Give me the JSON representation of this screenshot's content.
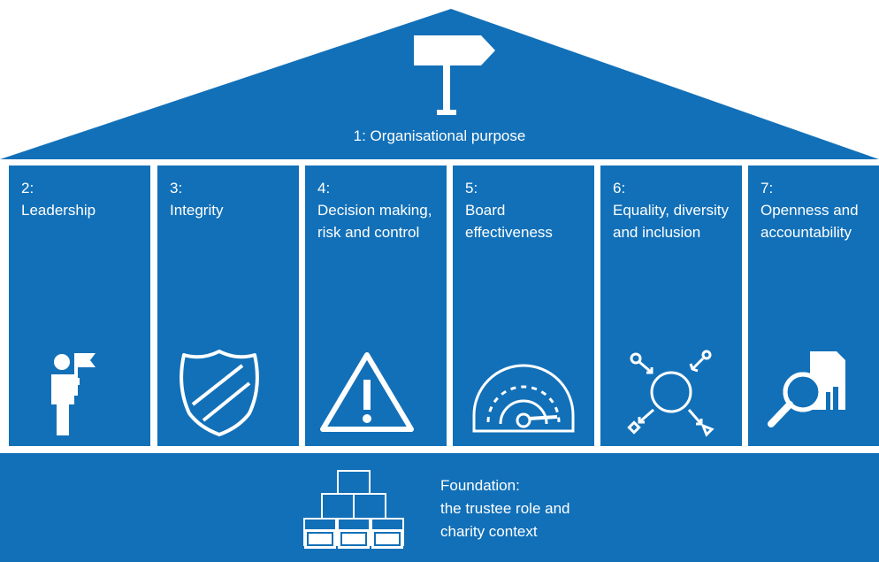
{
  "colors": {
    "primary": "#1270b8",
    "divider": "#d8e4f0",
    "icon": "#ffffff"
  },
  "roof": {
    "label": "1: Organisational purpose",
    "icon": "signpost-icon"
  },
  "pillars": [
    {
      "num": "2:",
      "label": "Leadership",
      "icon": "leader-flag-icon"
    },
    {
      "num": "3:",
      "label": "Integrity",
      "icon": "shield-icon"
    },
    {
      "num": "4:",
      "label": "Decision making, risk and control",
      "icon": "warning-triangle-icon"
    },
    {
      "num": "5:",
      "label": "Board effectiveness",
      "icon": "gauge-icon"
    },
    {
      "num": "6:",
      "label": "Equality, diversity and inclusion",
      "icon": "diversity-circle-icon"
    },
    {
      "num": "7:",
      "label": "Openness and accountability",
      "icon": "magnifier-report-icon"
    }
  ],
  "foundation": {
    "line1": "Foundation:",
    "line2": "the trustee role and",
    "line3": "charity context",
    "icon": "blocks-pyramid-icon"
  }
}
